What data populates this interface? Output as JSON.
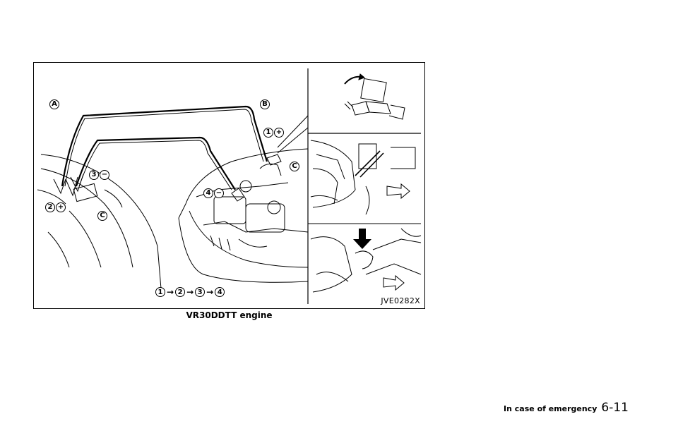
{
  "figure": {
    "callouts": {
      "a": "A",
      "b": "B",
      "c_left": "C",
      "c_right": "C",
      "n1": "1",
      "n2": "2",
      "n3": "3",
      "n4": "4",
      "plus": "+",
      "minus": "−"
    },
    "sequence": [
      "1",
      "2",
      "3",
      "4"
    ],
    "sequence_arrow": "→",
    "image_code": "JVE0282X"
  },
  "caption": "VR30DDTT engine",
  "footer": {
    "section": "In case of emergency",
    "page": "6-11"
  }
}
